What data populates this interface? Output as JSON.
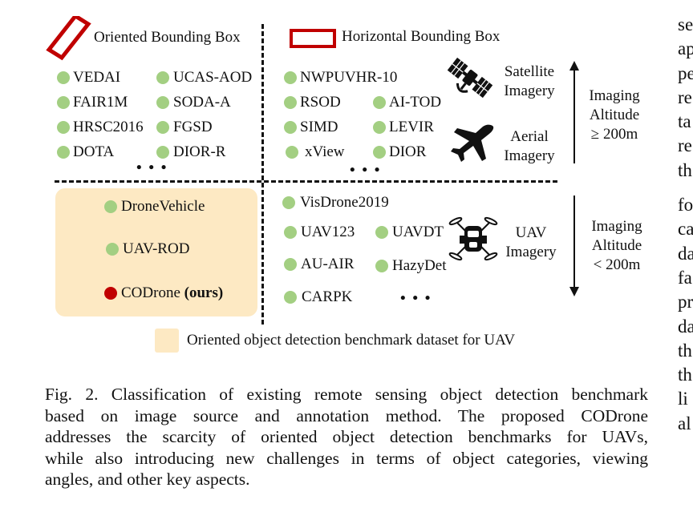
{
  "legend": {
    "oriented": "Oriented Bounding Box",
    "horizontal": "Horizontal Bounding Box",
    "uav_benchmark": "Oriented object detection benchmark dataset for UAV"
  },
  "quadrants": {
    "top_left": [
      "VEDAI",
      "UCAS-AOD",
      "FAIR1M",
      "SODA-A",
      "HRSC2016",
      "FGSD",
      "DOTA",
      "DIOR-R"
    ],
    "top_right": [
      "NWPUVHR-10",
      "RSOD",
      "AI-TOD",
      "SIMD",
      "LEVIR",
      "xView",
      "DIOR"
    ],
    "bottom_left": [
      "DroneVehicle",
      "UAV-ROD",
      "CODrone"
    ],
    "bottom_left_ours": "(ours)",
    "bottom_right": [
      "VisDrone2019",
      "UAV123",
      "UAVDT",
      "AU-AIR",
      "HazyDet",
      "CARPK"
    ],
    "ellipsis": "• • •"
  },
  "imagery": {
    "satellite": [
      "Satellite",
      "Imagery"
    ],
    "aerial": [
      "Aerial",
      "Imagery"
    ],
    "uav": [
      "UAV",
      "Imagery"
    ]
  },
  "altitude": {
    "high": [
      "Imaging",
      "Altitude",
      "≥ 200m"
    ],
    "low": [
      "Imaging",
      "Altitude",
      "< 200m"
    ]
  },
  "caption": {
    "lines": [
      "Fig. 2.  Classification of existing remote sensing object detection benchmark",
      "based on image source and annotation method. The proposed CODrone",
      "addresses the scarcity of oriented object detection benchmarks for UAVs,",
      "while also introducing new challenges in terms of object categories, viewing",
      "angles, and other key aspects."
    ]
  },
  "right_column": [
    "se",
    "ap",
    "pe",
    "re",
    "ta",
    "re",
    "th",
    "",
    "fo",
    "ca",
    "da",
    "fa",
    "pr",
    "da",
    "th",
    "th",
    "li",
    "al"
  ],
  "colors": {
    "dot_green": "#a3cf82",
    "dot_red": "#c00000",
    "box_red": "#c00000",
    "highlight": "#fde9c3"
  },
  "icons": [
    "satellite-icon",
    "airplane-icon",
    "drone-icon",
    "up-down-arrow-icon"
  ]
}
